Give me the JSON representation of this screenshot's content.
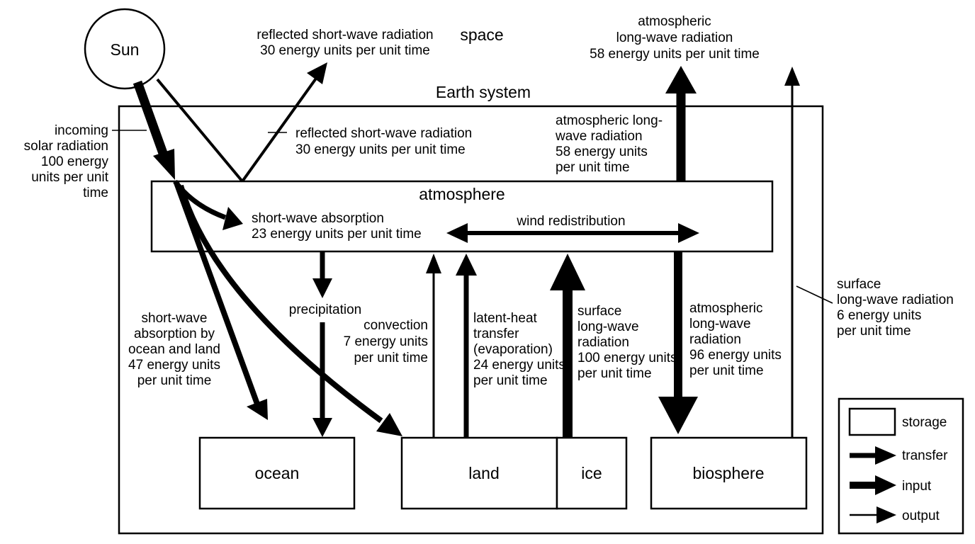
{
  "nodes": {
    "sun": "Sun",
    "space": "space",
    "earth_system": "Earth system",
    "atmosphere": "atmosphere",
    "ocean": "ocean",
    "land": "land",
    "ice": "ice",
    "biosphere": "biosphere"
  },
  "labels": {
    "reflected_space": [
      "reflected short-wave radiation",
      "30 energy units per unit time"
    ],
    "atm_lw_space": [
      "atmospheric",
      "long-wave radiation",
      "58 energy units per unit time"
    ],
    "incoming": [
      "incoming",
      "solar radiation",
      "100 energy",
      "units per unit",
      "time"
    ],
    "reflected_inner": [
      "reflected short-wave radiation",
      "30 energy units per unit time"
    ],
    "atm_lw_inner": [
      "atmospheric long-",
      "wave radiation",
      "58 energy units",
      "per unit time"
    ],
    "sw_absorption": [
      "short-wave absorption",
      "23 energy units per unit time"
    ],
    "wind": "wind redistribution",
    "precipitation": "precipitation",
    "sw_ocean_land": [
      "short-wave",
      "absorption by",
      "ocean and land",
      "47 energy units",
      "per unit time"
    ],
    "convection": [
      "convection",
      "7 energy units",
      "per unit time"
    ],
    "latent_heat": [
      "latent-heat",
      "transfer",
      "(evaporation)",
      "24 energy units",
      "per unit time"
    ],
    "surface_lw": [
      "surface",
      "long-wave",
      "radiation",
      "100 energy units",
      "per unit time"
    ],
    "atm_lw_down": [
      "atmospheric",
      "long-wave",
      "radiation",
      "96 energy units",
      "per unit time"
    ],
    "surface_lw_out": [
      "surface",
      "long-wave radiation",
      "6 energy units",
      "per unit time"
    ]
  },
  "legend": {
    "storage": "storage",
    "transfer": "transfer",
    "input": "input",
    "output": "output"
  }
}
